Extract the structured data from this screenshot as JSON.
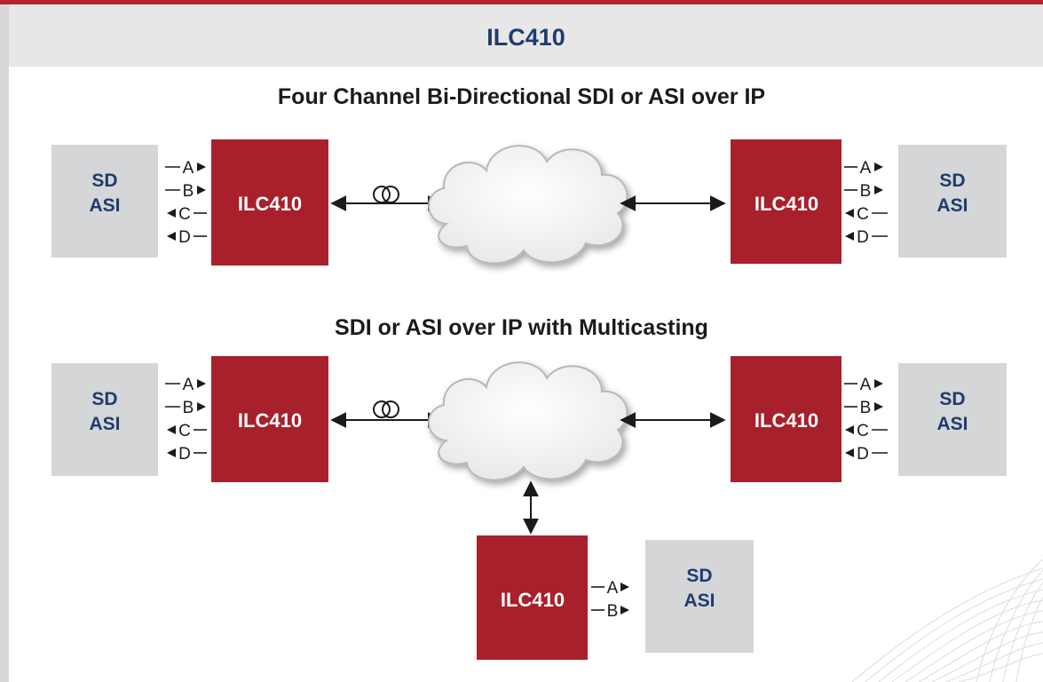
{
  "header": {
    "title": "ILC410"
  },
  "sections": {
    "top_title": "Four Channel Bi-Directional SDI or ASI over IP",
    "bottom_title": "SDI or ASI over IP with Multicasting"
  },
  "device": {
    "label": "ILC410"
  },
  "endpoint": {
    "line1": "SD",
    "line2": "ASI"
  },
  "ports": {
    "a": "A",
    "b": "B",
    "c": "C",
    "d": "D"
  },
  "colors": {
    "accent_red": "#b0252e",
    "device_red": "#a8202b",
    "endpoint_gray": "#d4d6d8",
    "label_blue": "#1e3c6e",
    "header_band": "#e7e7e7"
  },
  "icons": {
    "fiber": "fiber-loop-icon",
    "network": "cloud-icon"
  }
}
